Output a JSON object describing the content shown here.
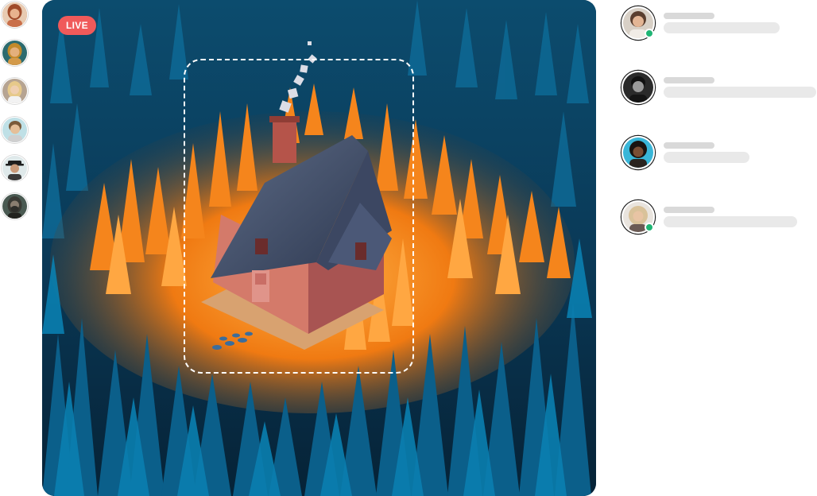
{
  "stream": {
    "live_label": "LIVE"
  },
  "viewers": [
    {
      "id": "viewer-1",
      "tone": "#c98a5b",
      "hair": "#a04b2a"
    },
    {
      "id": "viewer-2",
      "tone": "#d6a36a",
      "hair": "#c38a2a"
    },
    {
      "id": "viewer-3",
      "tone": "#d9b08c",
      "hair": "#e6c98a"
    },
    {
      "id": "viewer-4",
      "tone": "#e1b892",
      "hair": "#7a5a3a"
    },
    {
      "id": "viewer-5",
      "tone": "#c99a7a",
      "hair": "#1e1e1e"
    },
    {
      "id": "viewer-6",
      "tone": "#8a7e70",
      "hair": "#3a3a34"
    }
  ],
  "participants": [
    {
      "id": "participant-1",
      "online": true,
      "bg": "#d8d0c6"
    },
    {
      "id": "participant-2",
      "online": false,
      "bg": "#2a2a2a"
    },
    {
      "id": "participant-3",
      "online": false,
      "bg": "#39b6d8"
    },
    {
      "id": "participant-4",
      "online": true,
      "bg": "#e9e4de"
    }
  ],
  "colors": {
    "live_badge": "#f05a5a",
    "online_indicator": "#1fb574",
    "skeleton_name": "#d9d9d9",
    "skeleton_message": "#e9e9e9"
  }
}
